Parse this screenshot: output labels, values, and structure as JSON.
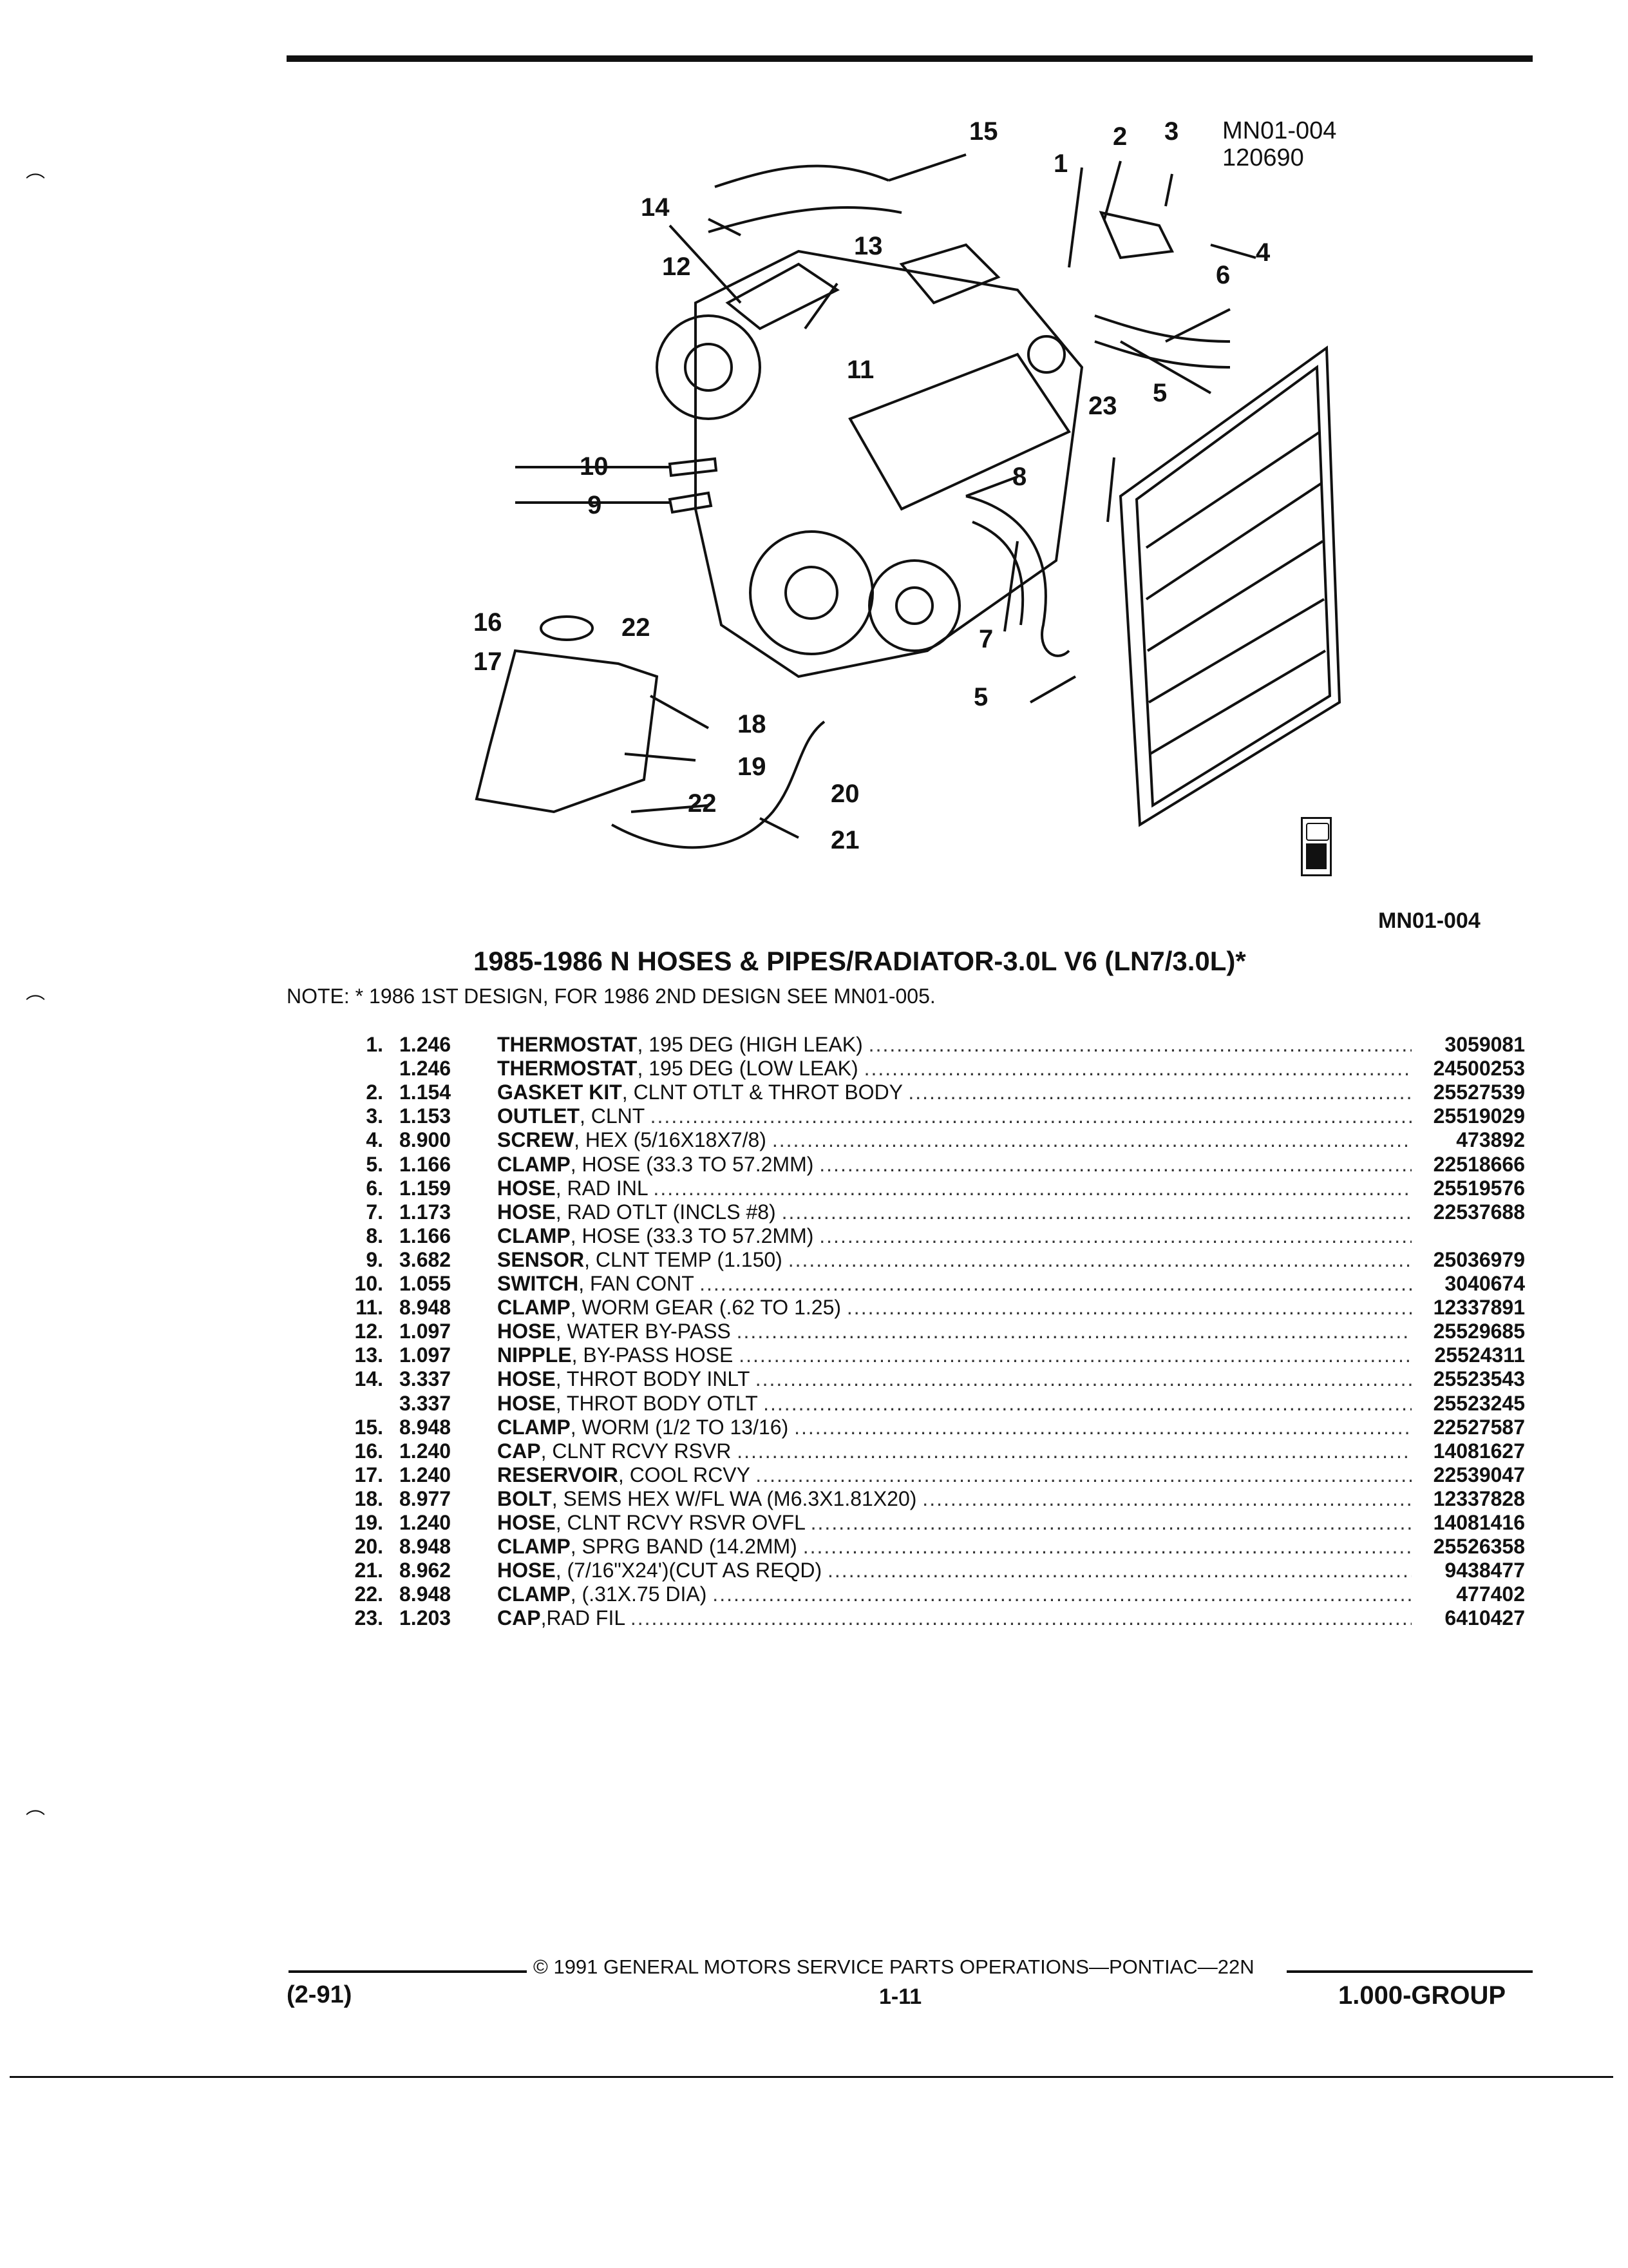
{
  "diagram": {
    "id_code": "MN01-004",
    "id_date": "120690",
    "callouts": [
      "1",
      "2",
      "3",
      "4",
      "5",
      "6",
      "7",
      "8",
      "9",
      "10",
      "11",
      "12",
      "13",
      "14",
      "15",
      "16",
      "17",
      "18",
      "19",
      "20",
      "21",
      "22",
      "23"
    ],
    "badge_icon": "gm-spo-logo-icon"
  },
  "ref_code": "MN01-004",
  "title": "1985-1986 N HOSES & PIPES/RADIATOR-3.0L V6 (LN7/3.0L)*",
  "note": "NOTE: * 1986 1ST DESIGN, FOR 1986 2ND DESIGN SEE MN01-005.",
  "parts": [
    {
      "no": "1.",
      "grp": "1.246",
      "name": "THERMOSTAT",
      "desc": ", 195 DEG (HIGH LEAK)",
      "pn": "3059081"
    },
    {
      "no": "",
      "grp": "1.246",
      "name": "THERMOSTAT",
      "desc": ", 195 DEG (LOW LEAK)",
      "pn": "24500253"
    },
    {
      "no": "2.",
      "grp": "1.154",
      "name": "GASKET KIT",
      "desc": ", CLNT OTLT & THROT BODY",
      "pn": "25527539"
    },
    {
      "no": "3.",
      "grp": "1.153",
      "name": "OUTLET",
      "desc": ", CLNT",
      "pn": "25519029"
    },
    {
      "no": "4.",
      "grp": "8.900",
      "name": "SCREW",
      "desc": ", HEX (5/16X18X7/8)",
      "pn": "473892"
    },
    {
      "no": "5.",
      "grp": "1.166",
      "name": "CLAMP",
      "desc": ", HOSE (33.3 TO 57.2MM)",
      "pn": "22518666"
    },
    {
      "no": "6.",
      "grp": "1.159",
      "name": "HOSE",
      "desc": ", RAD INL",
      "pn": "25519576"
    },
    {
      "no": "7.",
      "grp": "1.173",
      "name": "HOSE",
      "desc": ", RAD OTLT (INCLS #8)",
      "pn": "22537688"
    },
    {
      "no": "8.",
      "grp": "1.166",
      "name": "CLAMP",
      "desc": ", HOSE (33.3 TO 57.2MM)",
      "pn": ""
    },
    {
      "no": "9.",
      "grp": "3.682",
      "name": "SENSOR",
      "desc": ", CLNT TEMP (1.150)",
      "pn": "25036979"
    },
    {
      "no": "10.",
      "grp": "1.055",
      "name": "SWITCH",
      "desc": ", FAN CONT",
      "pn": "3040674"
    },
    {
      "no": "11.",
      "grp": "8.948",
      "name": "CLAMP",
      "desc": ", WORM GEAR (.62 TO 1.25)",
      "pn": "12337891"
    },
    {
      "no": "12.",
      "grp": "1.097",
      "name": "HOSE",
      "desc": ", WATER BY-PASS",
      "pn": "25529685"
    },
    {
      "no": "13.",
      "grp": "1.097",
      "name": "NIPPLE",
      "desc": ", BY-PASS HOSE",
      "pn": "25524311"
    },
    {
      "no": "14.",
      "grp": "3.337",
      "name": "HOSE",
      "desc": ", THROT BODY INLT",
      "pn": "25523543"
    },
    {
      "no": "",
      "grp": "3.337",
      "name": "HOSE",
      "desc": ", THROT BODY OTLT",
      "pn": "25523245"
    },
    {
      "no": "15.",
      "grp": "8.948",
      "name": "CLAMP",
      "desc": ", WORM (1/2 TO 13/16)",
      "pn": "22527587"
    },
    {
      "no": "16.",
      "grp": "1.240",
      "name": "CAP",
      "desc": ", CLNT RCVY RSVR",
      "pn": "14081627"
    },
    {
      "no": "17.",
      "grp": "1.240",
      "name": "RESERVOIR",
      "desc": ", COOL RCVY",
      "pn": "22539047"
    },
    {
      "no": "18.",
      "grp": "8.977",
      "name": "BOLT",
      "desc": ", SEMS HEX W/FL WA (M6.3X1.81X20)",
      "pn": "12337828"
    },
    {
      "no": "19.",
      "grp": "1.240",
      "name": "HOSE",
      "desc": ", CLNT RCVY RSVR OVFL",
      "pn": "14081416"
    },
    {
      "no": "20.",
      "grp": "8.948",
      "name": "CLAMP",
      "desc": ", SPRG BAND (14.2MM)",
      "pn": "25526358"
    },
    {
      "no": "21.",
      "grp": "8.962",
      "name": "HOSE",
      "desc": ", (7/16\"X24')(CUT AS REQD)",
      "pn": "9438477"
    },
    {
      "no": "22.",
      "grp": "8.948",
      "name": "CLAMP",
      "desc": ", (.31X.75 DIA)",
      "pn": "477402"
    },
    {
      "no": "23.",
      "grp": "1.203",
      "name": "CAP",
      "desc": ",RAD FIL",
      "pn": "6410427"
    }
  ],
  "footer": {
    "copyright": "© 1991 GENERAL MOTORS SERVICE PARTS OPERATIONS—PONTIAC—22N",
    "date_code": "(2-91)",
    "page_no": "1-11",
    "group": "1.000-GROUP"
  },
  "dots": "............................................................................................................................"
}
